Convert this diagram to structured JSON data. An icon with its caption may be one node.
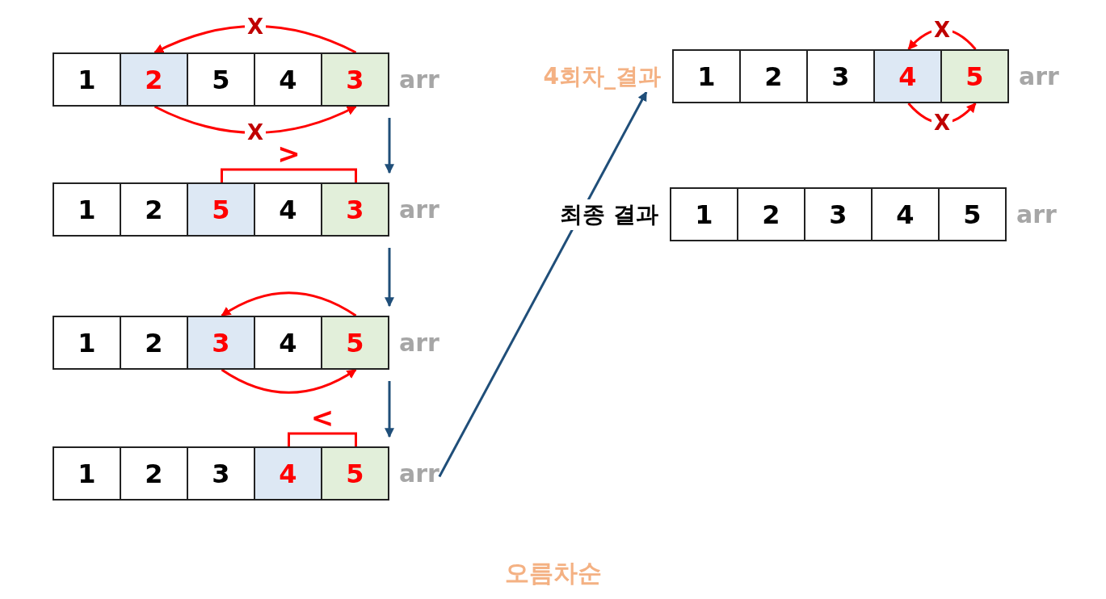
{
  "diagram": {
    "caption": "오름차순",
    "nodes": [
      {
        "text": [],
        "shape": "box",
        "beside": [
          "arr"
        ]
      },
      {
        "text": [
          "1"
        ],
        "in": 0
      },
      {
        "text": [
          "2"
        ],
        "in": 0
      },
      {
        "text": [
          "5"
        ],
        "in": 0
      },
      {
        "text": [
          "4"
        ],
        "in": 0
      },
      {
        "text": [
          "3"
        ],
        "in": 0
      },
      {
        "text": [],
        "shape": "box",
        "beside": [
          "arr"
        ]
      },
      {
        "text": [
          "1"
        ],
        "in": 6
      },
      {
        "text": [
          "2"
        ],
        "in": 6
      },
      {
        "text": [
          "5"
        ],
        "in": 6
      },
      {
        "text": [
          "4"
        ],
        "in": 6
      },
      {
        "text": [
          "3"
        ],
        "in": 6
      },
      {
        "text": [],
        "shape": "box",
        "beside": [
          "arr"
        ]
      },
      {
        "text": [
          "1"
        ],
        "in": 12
      },
      {
        "text": [
          "2"
        ],
        "in": 12
      },
      {
        "text": [
          "3"
        ],
        "in": 12
      },
      {
        "text": [
          "4"
        ],
        "in": 12
      },
      {
        "text": [
          "5"
        ],
        "in": 12
      },
      {
        "text": [],
        "shape": "box",
        "beside": [
          "arr"
        ]
      },
      {
        "text": [
          "1"
        ],
        "in": 18
      },
      {
        "text": [
          "2"
        ],
        "in": 18
      },
      {
        "text": [
          "3"
        ],
        "in": 18
      },
      {
        "text": [
          "4"
        ],
        "in": 18
      },
      {
        "text": [
          "5"
        ],
        "in": 18
      },
      {
        "text": [
          "4회차_결과"
        ]
      },
      {
        "text": [],
        "shape": "box",
        "beside": [
          "arr"
        ]
      },
      {
        "text": [
          "1"
        ],
        "in": 25
      },
      {
        "text": [
          "2"
        ],
        "in": 25
      },
      {
        "text": [
          "3"
        ],
        "in": 25
      },
      {
        "text": [
          "4"
        ],
        "in": 25
      },
      {
        "text": [
          "5"
        ],
        "in": 25
      },
      {
        "text": [],
        "shape": "box",
        "beside": [
          "arr"
        ]
      },
      {
        "text": [
          "1"
        ],
        "in": 31
      },
      {
        "text": [
          "2"
        ],
        "in": 31
      },
      {
        "text": [
          "3"
        ],
        "in": 31
      },
      {
        "text": [
          "4"
        ],
        "in": 31
      },
      {
        "text": [
          "5"
        ],
        "in": 31
      }
    ],
    "edges": [
      {
        "from": 5,
        "to": 2,
        "arrow": "to",
        "label": "X"
      },
      {
        "from": 2,
        "to": 5,
        "arrow": "to",
        "label": "X"
      },
      {
        "from": 9,
        "to": 11,
        "arrow": "none",
        "label": ">"
      },
      {
        "from": 17,
        "to": 15,
        "arrow": "to"
      },
      {
        "from": 15,
        "to": 17,
        "arrow": "to"
      },
      {
        "from": 22,
        "to": 23,
        "arrow": "none",
        "label": "<"
      },
      {
        "from": 30,
        "to": 29,
        "arrow": "to",
        "label": "X"
      },
      {
        "from": 29,
        "to": 30,
        "arrow": "to",
        "label": "X"
      },
      {
        "from": 0,
        "to": 6,
        "arrow": "to",
        "color": "#1f4e79"
      },
      {
        "from": 6,
        "to": 12,
        "arrow": "to",
        "color": "#1f4e79"
      },
      {
        "from": 12,
        "to": 18,
        "arrow": "to",
        "color": "#1f4e79"
      },
      {
        "from": 18,
        "to": 24,
        "arrow": "to",
        "color": "#1f4e79"
      }
    ],
    "labels": [
      "최종 결과"
    ]
  }
}
